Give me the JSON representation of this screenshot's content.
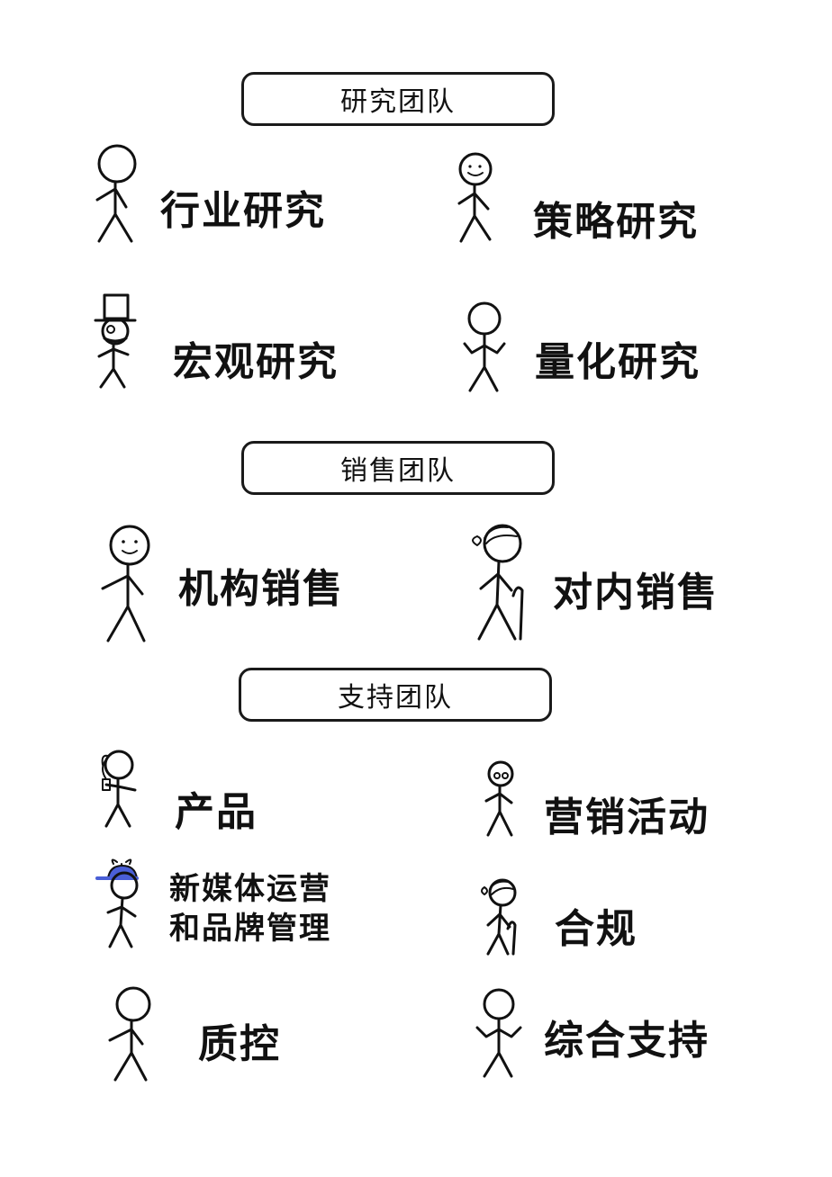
{
  "sections": {
    "research": {
      "title": "研究团队",
      "roles": {
        "industry": "行业研究",
        "strategy": "策略研究",
        "macro": "宏观研究",
        "quant": "量化研究"
      }
    },
    "sales": {
      "title": "销售团队",
      "roles": {
        "institutional": "机构销售",
        "internal": "对内销售"
      }
    },
    "support": {
      "title": "支持团队",
      "roles": {
        "product": "产品",
        "marketing": "营销活动",
        "media_line1": "新媒体运营",
        "media_line2": "和品牌管理",
        "compliance": "合规",
        "qc": "质控",
        "general": "综合支持"
      }
    }
  },
  "colors": {
    "ink": "#111111",
    "cap_blue": "#4a5fd6"
  },
  "icons": [
    "stick-figure-icon",
    "top-hat-icon",
    "propeller-cap-icon",
    "cane-icon",
    "shrug-icon"
  ]
}
